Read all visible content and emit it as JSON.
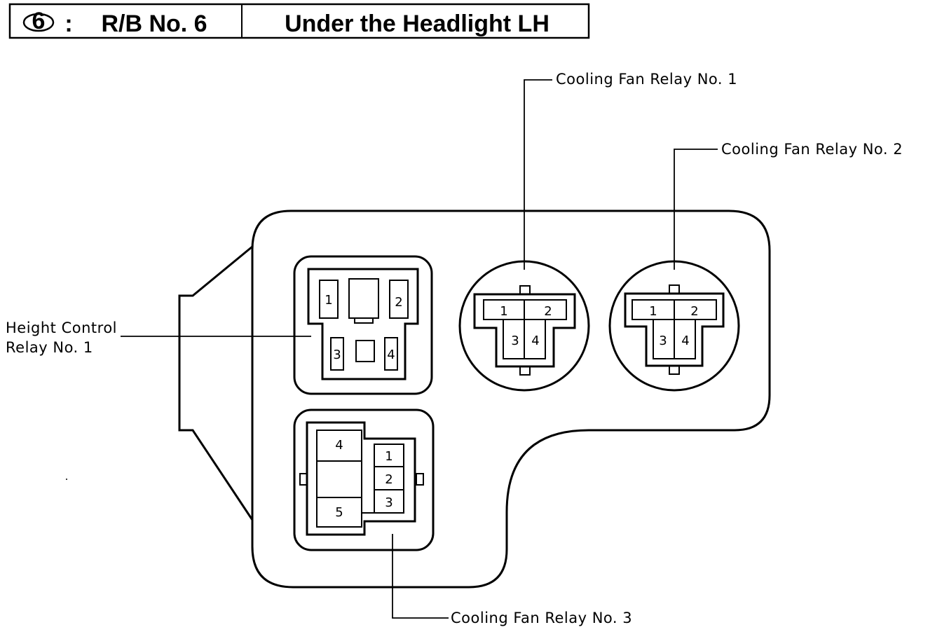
{
  "title": {
    "badge_number": "6",
    "separator": ":",
    "block_name": "R/B No. 6",
    "location": "Under the Headlight LH"
  },
  "labels": {
    "cooling_fan_relay_1": "Cooling Fan Relay No. 1",
    "cooling_fan_relay_2": "Cooling Fan Relay No. 2",
    "cooling_fan_relay_3": "Cooling Fan Relay No. 3",
    "height_control_relay_line1": "Height Control",
    "height_control_relay_line2": "Relay No. 1"
  },
  "pins": {
    "height_control": [
      "1",
      "2",
      "3",
      "4"
    ],
    "fan_relay_1": [
      "1",
      "2",
      "3",
      "4"
    ],
    "fan_relay_2": [
      "1",
      "2",
      "3",
      "4"
    ],
    "fan_relay_3": [
      "4",
      "5",
      "1",
      "2",
      "3"
    ]
  }
}
